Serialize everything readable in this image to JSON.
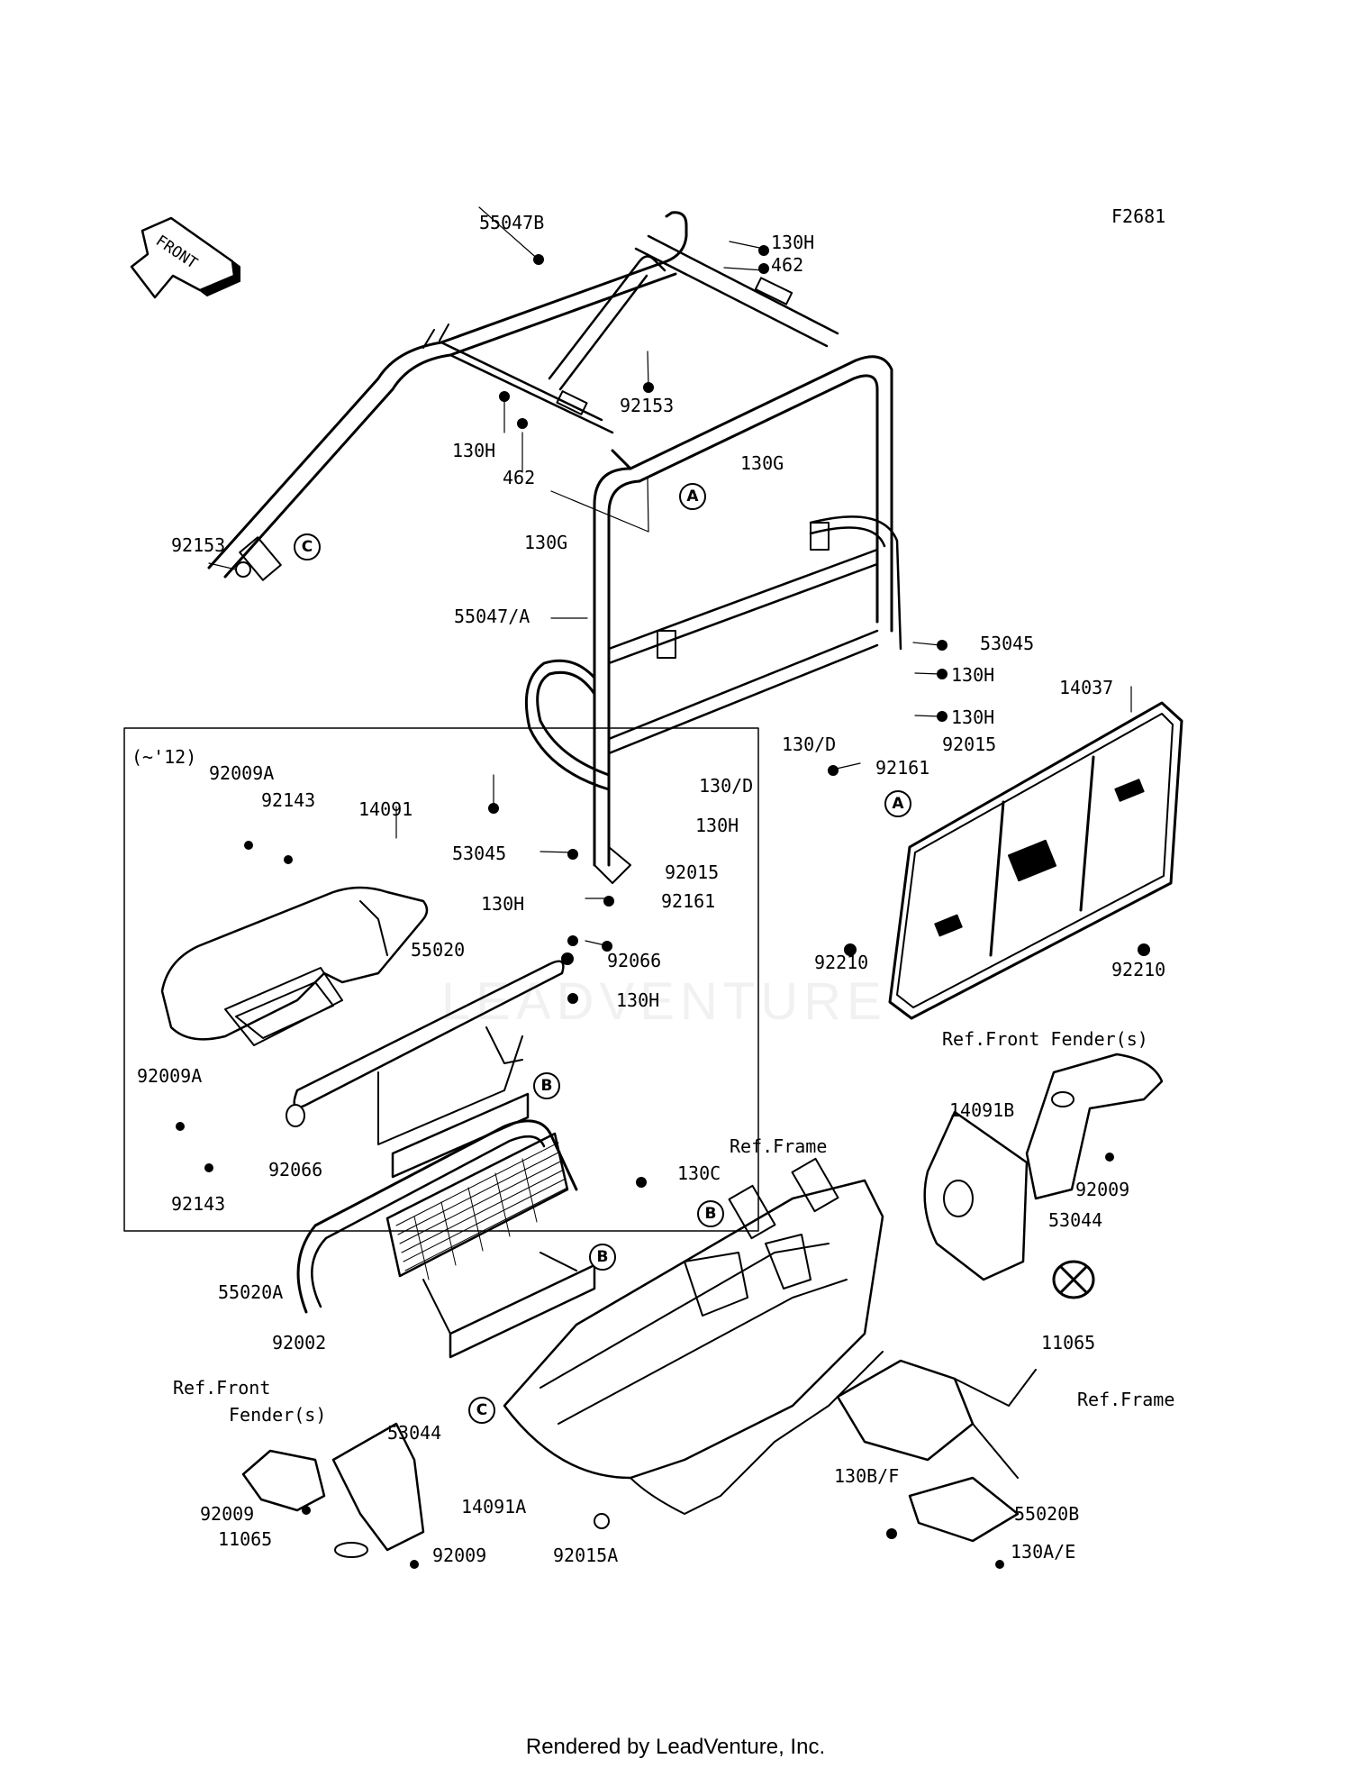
{
  "figure_code": "F2681",
  "front_arrow": "FRONT",
  "range_note": "(~'12)",
  "footer": "Rendered by LeadVenture, Inc.",
  "watermark": "LEADVENTURE",
  "callouts": {
    "a": "A",
    "b": "B",
    "c": "C"
  },
  "refs": {
    "front_fender_right": "Ref.Front Fender(s)",
    "frame_center": "Ref.Frame",
    "frame_right": "Ref.Frame",
    "front_fender_left_l1": "Ref.Front",
    "front_fender_left_l2": "Fender(s)"
  },
  "parts": {
    "p55047B": "55047B",
    "p130H_a": "130H",
    "p462_a": "462",
    "p92153_a": "92153",
    "p130H_b": "130H",
    "p462_b": "462",
    "p130G_a": "130G",
    "p130G_b": "130G",
    "p92153_b": "92153",
    "p55047A": "55047/A",
    "p53045_a": "53045",
    "p130H_c": "130H",
    "p14037": "14037",
    "p130H_d": "130H",
    "p130D_a": "130/D",
    "p92015_a": "92015",
    "p92161_a": "92161",
    "p92009A_a": "92009A",
    "p92143_a": "92143",
    "p14091": "14091",
    "p130D_b": "130/D",
    "p53045_b": "53045",
    "p130H_e": "130H",
    "p92015_b": "92015",
    "p130H_f": "130H",
    "p92161_b": "92161",
    "p92210_a": "92210",
    "p92210_b": "92210",
    "p55020": "55020",
    "p92066_a": "92066",
    "p130H_g": "130H",
    "p92009A_b": "92009A",
    "p92066_b": "92066",
    "p92143_b": "92143",
    "p14091B": "14091B",
    "p92009_a": "92009",
    "p130C": "130C",
    "p53044_a": "53044",
    "p11065_a": "11065",
    "p55020A": "55020A",
    "p92002": "92002",
    "p53044_b": "53044",
    "p14091A": "14091A",
    "p92009_b": "92009",
    "p11065_b": "11065",
    "p92009_c": "92009",
    "p92015A": "92015A",
    "p130BF": "130B/F",
    "p55020B": "55020B",
    "p130AE": "130A/E"
  }
}
